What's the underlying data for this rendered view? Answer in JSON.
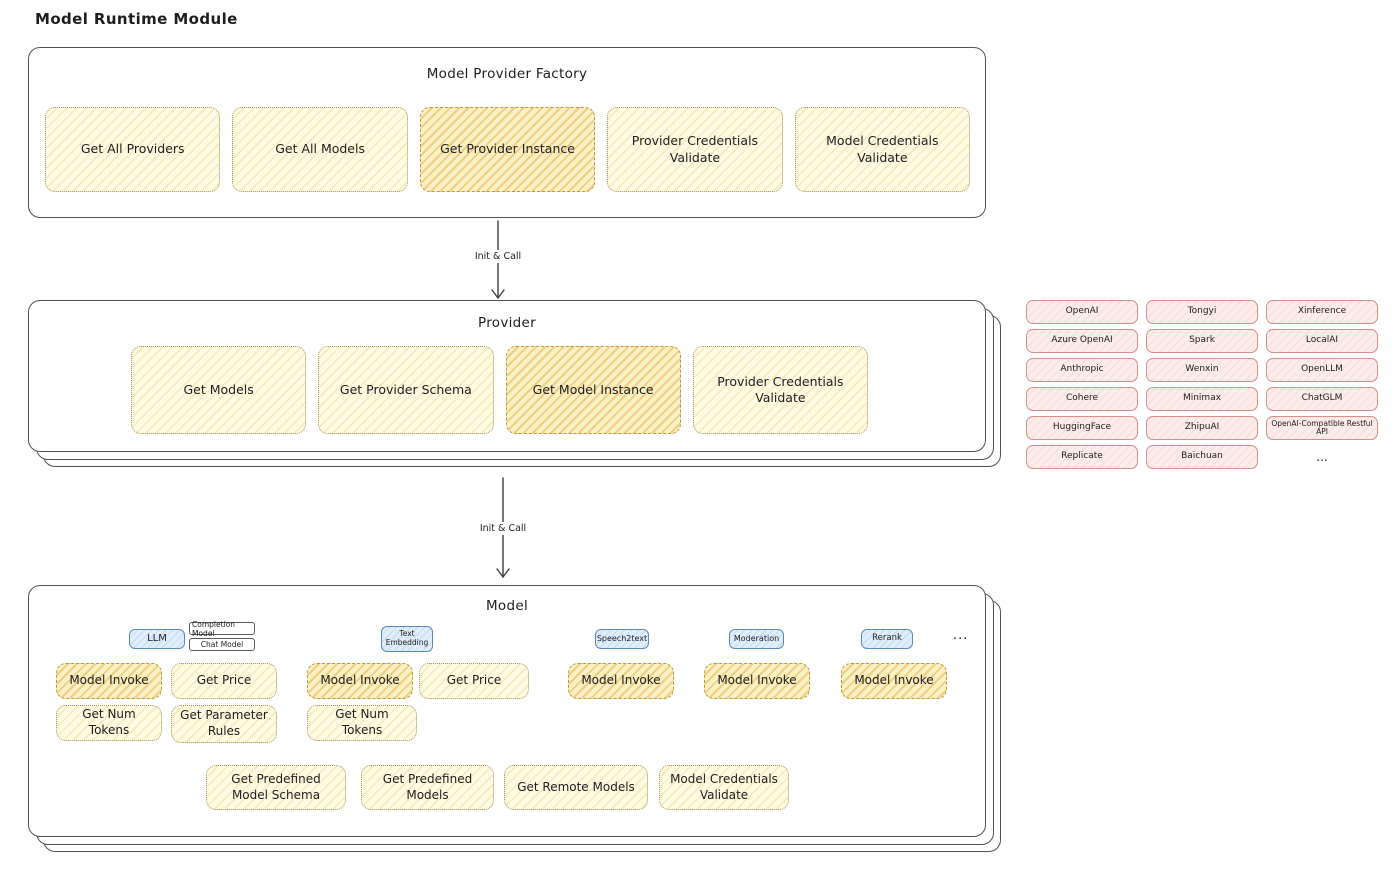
{
  "page": {
    "title": "Model Runtime Module"
  },
  "factory": {
    "title": "Model Provider Factory",
    "items": [
      {
        "label": "Get All Providers"
      },
      {
        "label": "Get All Models"
      },
      {
        "label": "Get Provider Instance"
      },
      {
        "label": "Provider Credentials Validate"
      },
      {
        "label": "Model Credentials Validate"
      }
    ]
  },
  "arrow1": {
    "label": "Init & Call"
  },
  "arrow2": {
    "label": "Init & Call"
  },
  "provider": {
    "title": "Provider",
    "items": [
      {
        "label": "Get Models"
      },
      {
        "label": "Get Provider Schema"
      },
      {
        "label": "Get Model Instance"
      },
      {
        "label": "Provider Credentials Validate"
      }
    ]
  },
  "vendors": {
    "columns": [
      {
        "items": [
          "OpenAI",
          "Azure OpenAI",
          "Anthropic",
          "Cohere",
          "HuggingFace",
          "Replicate"
        ]
      },
      {
        "items": [
          "Tongyi",
          "Spark",
          "Wenxin",
          "Minimax",
          "ZhipuAI",
          "Baichuan"
        ]
      },
      {
        "items": [
          "Xinference",
          "LocalAI",
          "OpenLLM",
          "ChatGLM",
          "OpenAI-Compatible Restful API"
        ]
      }
    ],
    "more": "..."
  },
  "model": {
    "title": "Model",
    "tags": {
      "llm": "LLM",
      "completion_model": "Completion Model",
      "chat_model": "Chat Model",
      "text_embedding": "Text Embedding",
      "speech2text": "Speech2text",
      "moderation": "Moderation",
      "rerank": "Rerank",
      "more": "..."
    },
    "llm_ops": [
      "Model Invoke",
      "Get Price",
      "Get Num Tokens",
      "Get Parameter Rules"
    ],
    "text_embedding_ops": [
      "Model Invoke",
      "Get Price",
      "Get Num Tokens"
    ],
    "speech2text_ops": [
      "Model Invoke"
    ],
    "moderation_ops": [
      "Model Invoke"
    ],
    "rerank_ops": [
      "Model Invoke"
    ],
    "common_ops": [
      "Get Predefined Model Schema",
      "Get Predefined Models",
      "Get Remote Models",
      "Model Credentials Validate"
    ]
  }
}
